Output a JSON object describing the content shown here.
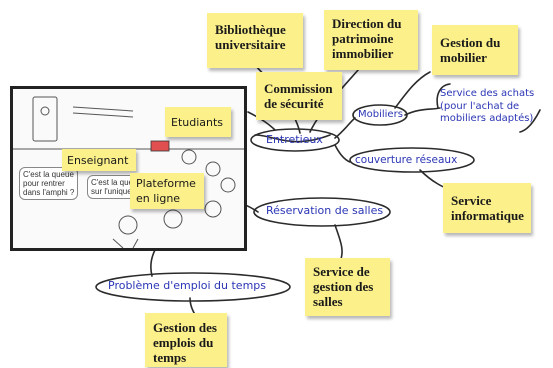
{
  "sticky_notes": {
    "bibliotheque": [
      "Bibliothèque",
      "universitaire"
    ],
    "direction": [
      "Direction du",
      "patrimoine",
      "immobilier"
    ],
    "gestion_mobilier": [
      "Gestion du",
      "mobilier"
    ],
    "commission": [
      "Commission",
      "de sécurité"
    ],
    "service_informatique": [
      "Service",
      "informatique"
    ],
    "service_salles": [
      "Service de",
      "gestion des",
      "salles"
    ],
    "gestion_emplois": [
      "Gestion des",
      "emplois du",
      "temps"
    ]
  },
  "nodes": {
    "entretiens": "Entretieux",
    "mobiliers": "Mobiliers",
    "achats": [
      "Service des achats",
      "(pour l'achat de",
      "mobiliers adaptés)"
    ],
    "couverture": "couverture réseaux",
    "reservation": "Réservation de salles",
    "probleme": "Problème d'emploi du temps"
  },
  "photo": {
    "etudiants": "Etudiants",
    "enseignant": "Enseignant",
    "plateforme": [
      "Plateforme",
      "en ligne"
    ],
    "bubble1": [
      "C'est la queue",
      "pour rentrer",
      "dans l'amphi ?"
    ],
    "bubble2": [
      "C'est la queue",
      "sur l'unique"
    ]
  },
  "colors": {
    "sticky": "#fbf08a",
    "ink": "#2a35b5",
    "line": "#2b2b2b"
  }
}
